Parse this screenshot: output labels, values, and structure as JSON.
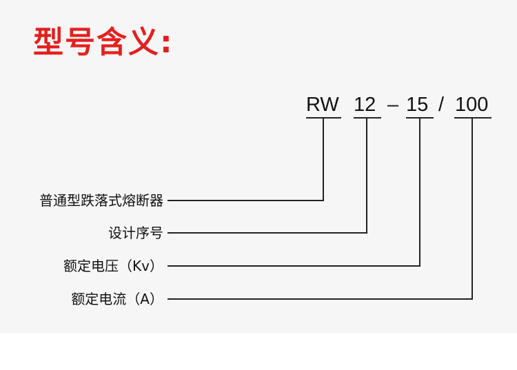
{
  "title": "型号含义:",
  "code": {
    "series": "RW",
    "design": "12",
    "dash": "–",
    "voltage": "15",
    "slash": "/",
    "current": "100"
  },
  "labels": {
    "type": "普通型跌落式熔断器",
    "design_no": "设计序号",
    "rated_voltage": "额定电压（Kv）",
    "rated_current": "额定电流（A）"
  },
  "colors": {
    "title": "#e4201e",
    "text": "#111111",
    "line": "#222222",
    "panel": "#f6f6f6"
  }
}
